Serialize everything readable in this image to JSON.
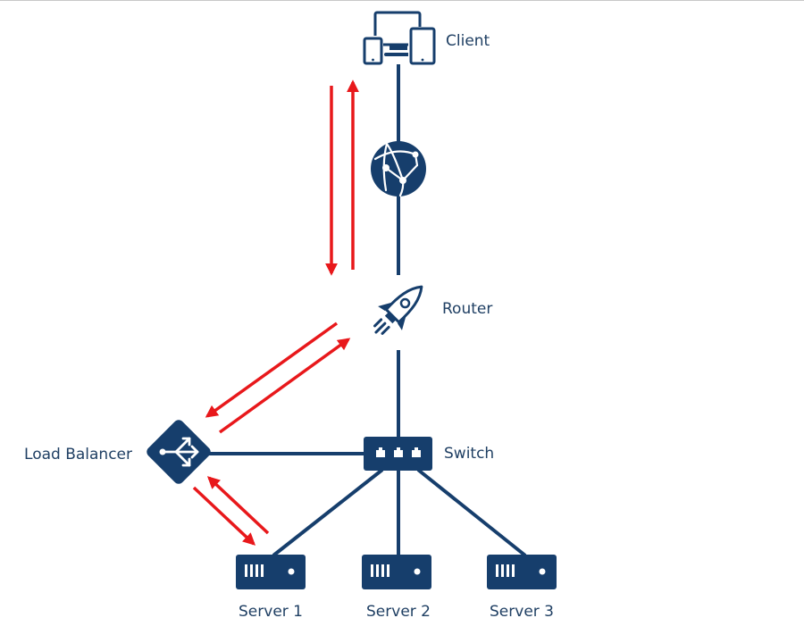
{
  "colors": {
    "primary": "#163e6c",
    "arrow": "#e8181b",
    "background": "#ffffff",
    "label": "#1f3f63"
  },
  "nodes": {
    "client": {
      "label": "Client",
      "icon": "devices-icon"
    },
    "internet": {
      "label": "",
      "icon": "globe-network-icon"
    },
    "router": {
      "label": "Router",
      "icon": "rocket-icon"
    },
    "switch": {
      "label": "Switch",
      "icon": "network-switch-icon"
    },
    "load_balancer": {
      "label": "Load Balancer",
      "icon": "load-balancer-icon"
    },
    "server1": {
      "label": "Server 1",
      "icon": "server-icon"
    },
    "server2": {
      "label": "Server 2",
      "icon": "server-icon"
    },
    "server3": {
      "label": "Server 3",
      "icon": "server-icon"
    }
  },
  "connections": [
    [
      "client",
      "internet"
    ],
    [
      "internet",
      "router"
    ],
    [
      "router",
      "switch"
    ],
    [
      "load_balancer",
      "switch"
    ],
    [
      "switch",
      "server1"
    ],
    [
      "switch",
      "server2"
    ],
    [
      "switch",
      "server3"
    ]
  ],
  "flow_arrows": [
    {
      "from": "client",
      "to": "router",
      "direction": "down"
    },
    {
      "from": "router",
      "to": "client",
      "direction": "up"
    },
    {
      "from": "router",
      "to": "load_balancer",
      "direction": "down-left"
    },
    {
      "from": "load_balancer",
      "to": "router",
      "direction": "up-right"
    },
    {
      "from": "load_balancer",
      "to": "server1",
      "direction": "down-right"
    },
    {
      "from": "server1",
      "to": "load_balancer",
      "direction": "up-left"
    }
  ]
}
